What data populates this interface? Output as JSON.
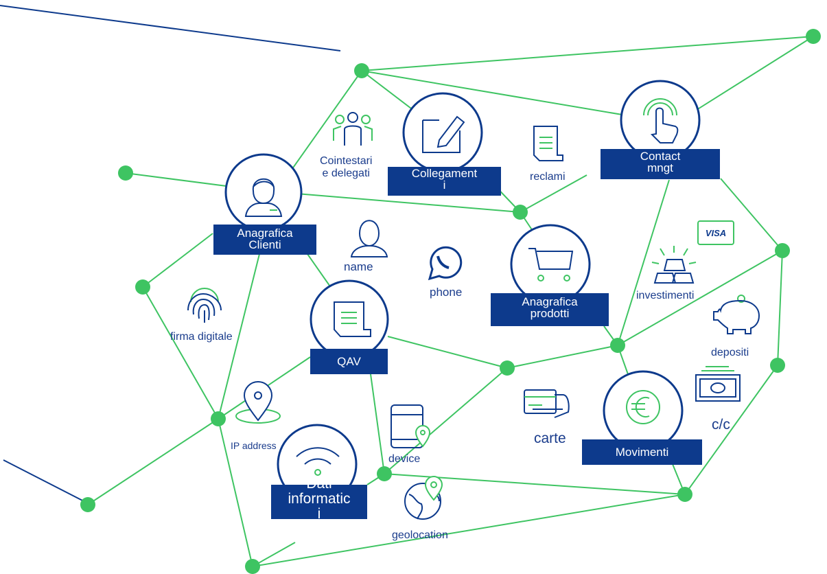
{
  "colors": {
    "network": "#3ec462",
    "navy": "#0d3a8c",
    "text": "#1a3c8c",
    "label_bg": "#0d3a8c",
    "label_text": "#ffffff"
  },
  "hubs": {
    "anagrafica_clienti": {
      "line1": "Anagrafica",
      "line2": "Clienti",
      "icon": "woman-avatar-icon"
    },
    "collegamenti": {
      "line1": "Collegament",
      "line2": "i",
      "icon": "edit-pen-icon"
    },
    "contact_mngt": {
      "line1": "Contact",
      "line2": "mngt",
      "icon": "touch-hand-icon"
    },
    "anagrafica_prodotti": {
      "line1": "Anagrafica",
      "line2": "prodotti",
      "icon": "shopping-cart-icon"
    },
    "qav": {
      "line1": "QAV",
      "icon": "document-icon"
    },
    "movimenti": {
      "line1": "Movimenti",
      "icon": "euro-icon"
    },
    "dati_informatici": {
      "line1": "Dati",
      "line2": "informatic",
      "line3": "i",
      "icon": "wifi-icon"
    }
  },
  "labels": {
    "cointestari_line1": "Cointestari",
    "cointestari_line2": "e delegati",
    "reclami": "reclami",
    "name": "name",
    "phone": "phone",
    "investimenti": "investimenti",
    "firma_digitale": "firma digitale",
    "depositi": "depositi",
    "ip_address": "IP address",
    "device": "device",
    "carte": "carte",
    "cc": "c/c",
    "geolocation": "geolocation",
    "visa": "VISA"
  }
}
